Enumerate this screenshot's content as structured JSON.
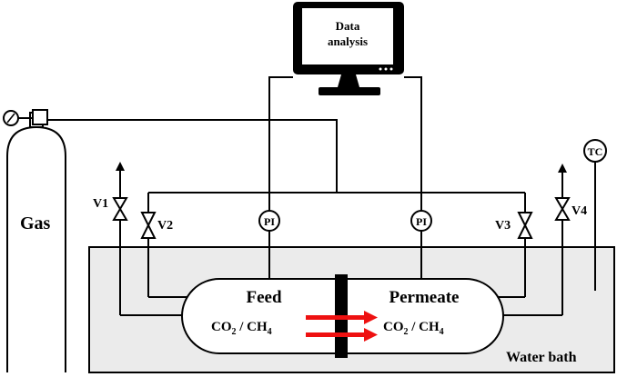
{
  "monitor": {
    "line1": "Data",
    "line2": "analysis"
  },
  "cylinder": {
    "label": "Gas"
  },
  "valves": {
    "v1": "V1",
    "v2": "V2",
    "v3": "V3",
    "v4": "V4"
  },
  "indicators": {
    "pi_left": "PI",
    "pi_right": "PI",
    "tc": "TC"
  },
  "cell": {
    "feed": "Feed",
    "permeate": "Permeate",
    "co2": "CO",
    "co2_sub": "2",
    "sep": " / CH",
    "ch4_sub": "4"
  },
  "bath": {
    "label": "Water bath"
  },
  "colors": {
    "bath_fill": "#ebebeb",
    "arrow": "#ee1111",
    "line": "#000000"
  }
}
